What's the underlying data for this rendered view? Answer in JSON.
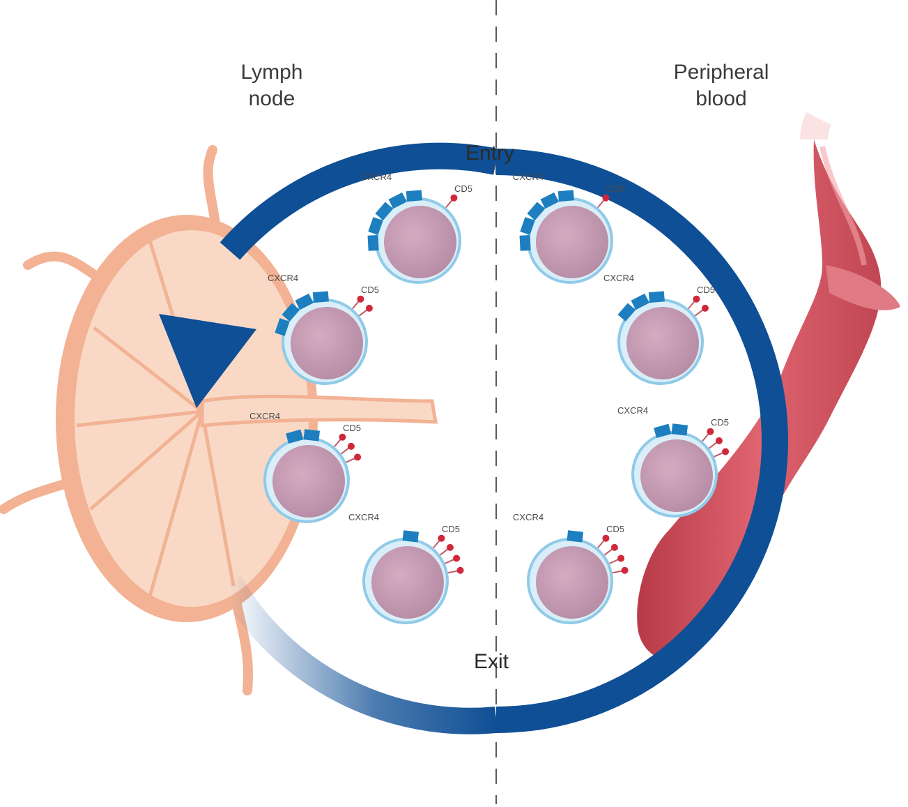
{
  "regions": {
    "left": "Lymph\nnode",
    "right": "Peripheral\nblood"
  },
  "flow": {
    "entry": "Entry",
    "exit": "Exit"
  },
  "cells": [
    {
      "side": "lymph-node",
      "position": "upper",
      "receptor_label": "CXCR4",
      "marker_label": "CD5",
      "cxcr4_count": 5,
      "cd5_count": 1
    },
    {
      "side": "lymph-node",
      "position": "upper-middle",
      "receptor_label": "CXCR4",
      "marker_label": "CD5",
      "cxcr4_count": 4,
      "cd5_count": 2
    },
    {
      "side": "lymph-node",
      "position": "lower-middle",
      "receptor_label": "CXCR4",
      "marker_label": "CD5",
      "cxcr4_count": 2,
      "cd5_count": 3
    },
    {
      "side": "lymph-node",
      "position": "lower",
      "receptor_label": "CXCR4",
      "marker_label": "CD5",
      "cxcr4_count": 1,
      "cd5_count": 4
    },
    {
      "side": "peripheral-blood",
      "position": "upper",
      "receptor_label": "CXCR4",
      "marker_label": "CD5",
      "cxcr4_count": 5,
      "cd5_count": 1
    },
    {
      "side": "peripheral-blood",
      "position": "upper-middle",
      "receptor_label": "CXCR4",
      "marker_label": "CD5",
      "cxcr4_count": 3,
      "cd5_count": 2
    },
    {
      "side": "peripheral-blood",
      "position": "lower-middle",
      "receptor_label": "CXCR4",
      "marker_label": "CD5",
      "cxcr4_count": 2,
      "cd5_count": 3
    },
    {
      "side": "peripheral-blood",
      "position": "lower",
      "receptor_label": "CXCR4",
      "marker_label": "CD5",
      "cxcr4_count": 1,
      "cd5_count": 4
    }
  ],
  "colors": {
    "arrow": "#0f4f95",
    "lymph_node": "#f2b293",
    "lymph_node_inner": "#f9d9c6",
    "vessel": "#d6545e",
    "cell_body": "#c79ab3",
    "cell_membrane": "#8fcae8",
    "cxcr4": "#1d7fbf",
    "cd5": "#d0283a"
  }
}
